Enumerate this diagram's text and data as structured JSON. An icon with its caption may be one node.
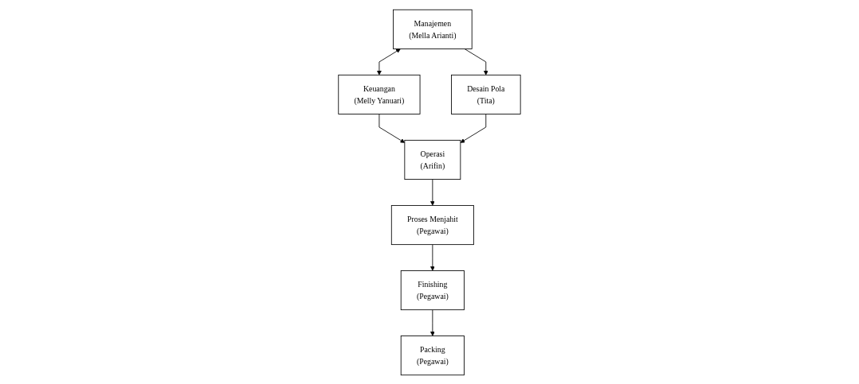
{
  "diagram": {
    "nodes": [
      {
        "text": [
          "Manajemen",
          "(Mella Arianti)"
        ]
      },
      {
        "text": [
          "Keuangan",
          "(Melly Yanuari)"
        ]
      },
      {
        "text": [
          "Desain Pola",
          "(Tita)"
        ]
      },
      {
        "text": [
          "Operasi",
          "(Arifin)"
        ]
      },
      {
        "text": [
          "Proses Menjahit",
          "(Pegawai)"
        ]
      },
      {
        "text": [
          "Finishing",
          "(Pegawai)"
        ]
      },
      {
        "text": [
          "Packing",
          "(Pegawai)"
        ]
      }
    ],
    "edges": [
      {
        "from": 0,
        "to": 1,
        "arrow": "both"
      },
      {
        "from": 0,
        "to": 2,
        "arrow": "to"
      },
      {
        "from": 1,
        "to": 3,
        "arrow": "to"
      },
      {
        "from": 2,
        "to": 3,
        "arrow": "to"
      },
      {
        "from": 3,
        "to": 4,
        "arrow": "to"
      },
      {
        "from": 4,
        "to": 5,
        "arrow": "to"
      },
      {
        "from": 5,
        "to": 6,
        "arrow": "to"
      }
    ]
  }
}
